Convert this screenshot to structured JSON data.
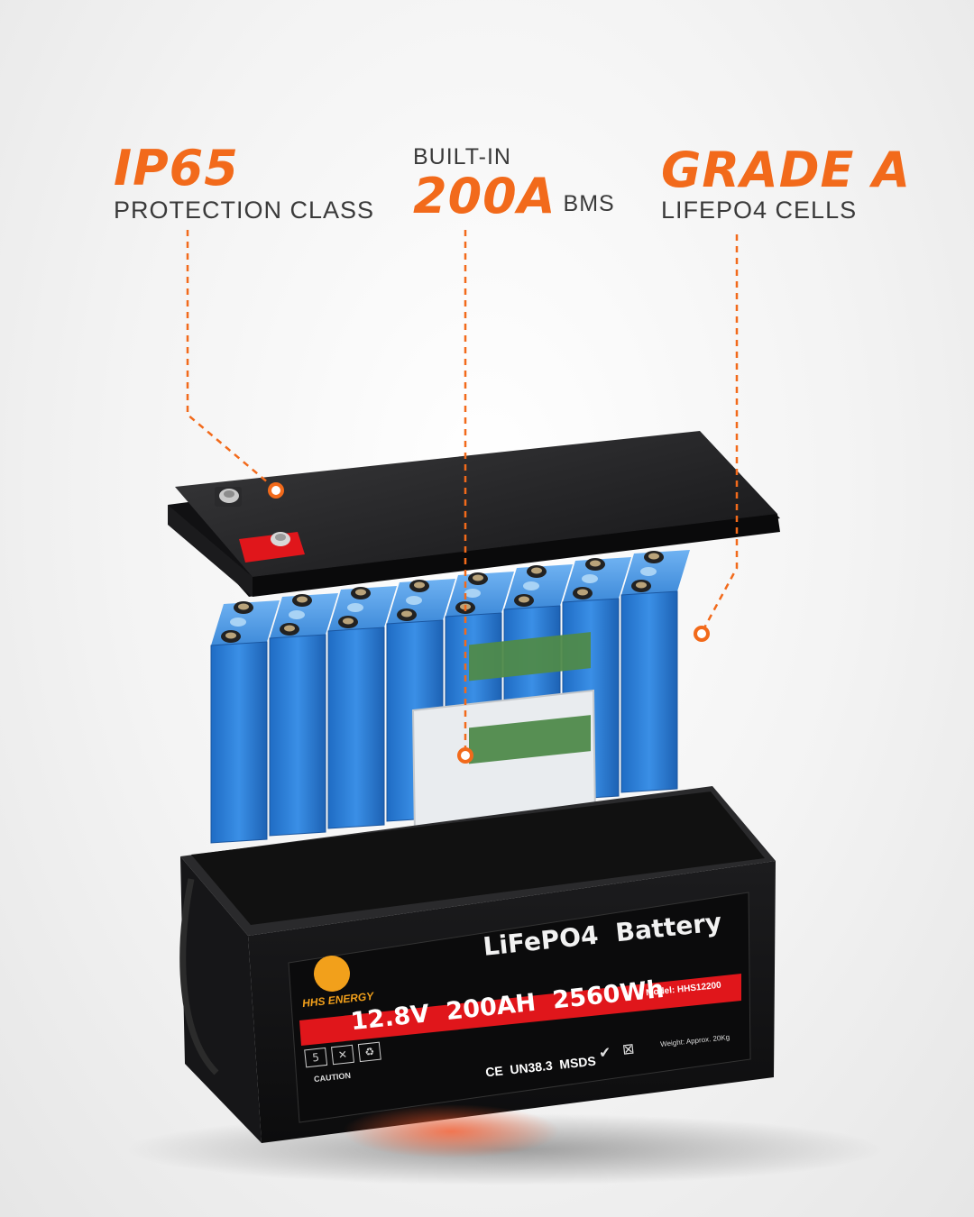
{
  "callouts": {
    "ip65": {
      "title": "IP65",
      "subtitle": "PROTECTION CLASS"
    },
    "bms": {
      "pre": "BUILT-IN",
      "value": "200A",
      "suffix": "BMS"
    },
    "grade": {
      "title": "GRADE A",
      "subtitle": "LIFEPO4 CELLS"
    }
  },
  "label": {
    "brand": "HHS ENERGY",
    "product": "LiFePO4  Battery",
    "specs": "12.8V  200AH  2560Wh",
    "model": "Model: HHS12200",
    "weight": "Weight: Approx. 20Kg",
    "caution": "CAUTION",
    "certs": "CE  UN38.3  MSDS"
  },
  "colors": {
    "accent": "#f26a1b",
    "cell_blue": "#2f7fd6",
    "label_red": "#e0161b"
  },
  "icons": [
    "warranty-5-icon",
    "no-disassemble-icon",
    "recycle-icon",
    "rohs-check-icon",
    "no-bin-icon"
  ]
}
